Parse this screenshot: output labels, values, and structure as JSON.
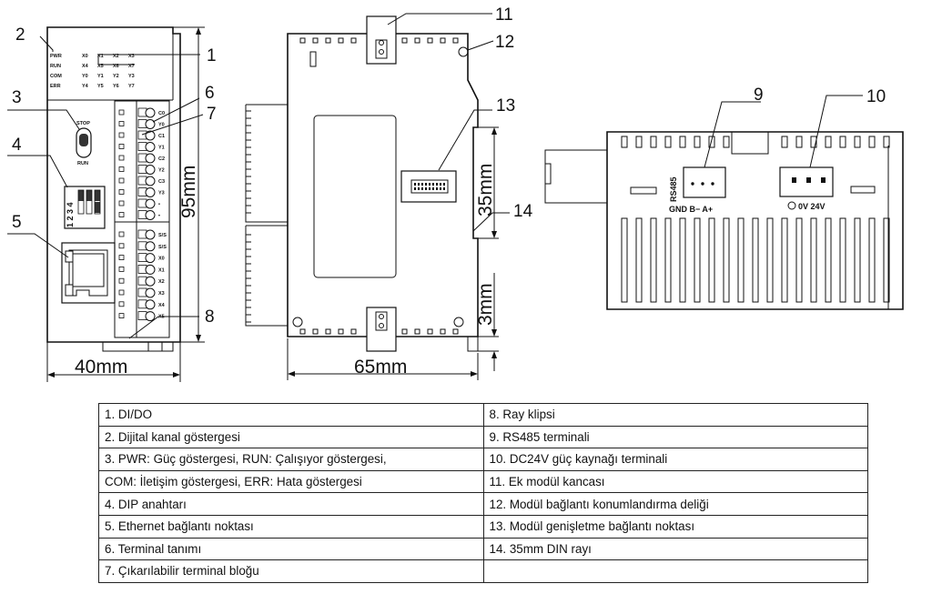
{
  "front_view": {
    "indicator_labels": [
      "PWR",
      "RUN",
      "COM",
      "ERR"
    ],
    "io_rows": [
      [
        "X0",
        "X1",
        "X2",
        "X3"
      ],
      [
        "X4",
        "X5",
        "X6",
        "X7"
      ],
      [
        "Y0",
        "Y1",
        "Y2",
        "Y3"
      ],
      [
        "Y4",
        "Y5",
        "Y6",
        "Y7"
      ]
    ],
    "switch_top": "STOP",
    "switch_bottom": "RUN",
    "dip_numbers": "1 2 3 4",
    "terminal_top": [
      "C0",
      "Y0",
      "C1",
      "Y1",
      "C2",
      "Y2",
      "C3",
      "Y3",
      "•",
      "•"
    ],
    "terminal_bottom": [
      "S/S",
      "S/S",
      "X0",
      "X1",
      "X2",
      "X3",
      "X4",
      "X5"
    ],
    "dim_width": "40mm",
    "dim_height": "95mm"
  },
  "side_view": {
    "dim_width": "65mm",
    "dim_rail": "35mm",
    "dim_gap": "3mm"
  },
  "top_view": {
    "rs485_label": "RS485",
    "rs485_pins": "GND B− A+",
    "power_pins": "0V 24V"
  },
  "callouts": [
    "1",
    "2",
    "3",
    "4",
    "5",
    "6",
    "7",
    "8",
    "9",
    "10",
    "11",
    "12",
    "13",
    "14"
  ],
  "legend": [
    [
      "1. DI/DO",
      "8. Ray klipsi"
    ],
    [
      "2. Dijital kanal göstergesi",
      "9. RS485 terminali"
    ],
    [
      "3. PWR: Güç göstergesi, RUN: Çalışıyor göstergesi,",
      "10. DC24V güç kaynağı terminali"
    ],
    [
      "COM: İletişim göstergesi, ERR: Hata göstergesi",
      "11. Ek modül kancası"
    ],
    [
      "4. DIP anahtarı",
      "12. Modül bağlantı konumlandırma deliği"
    ],
    [
      "5. Ethernet bağlantı noktası",
      "13. Modül genişletme bağlantı noktası"
    ],
    [
      "6. Terminal tanımı",
      "14. 35mm DIN rayı"
    ],
    [
      "7. Çıkarılabilir terminal bloğu",
      ""
    ]
  ]
}
